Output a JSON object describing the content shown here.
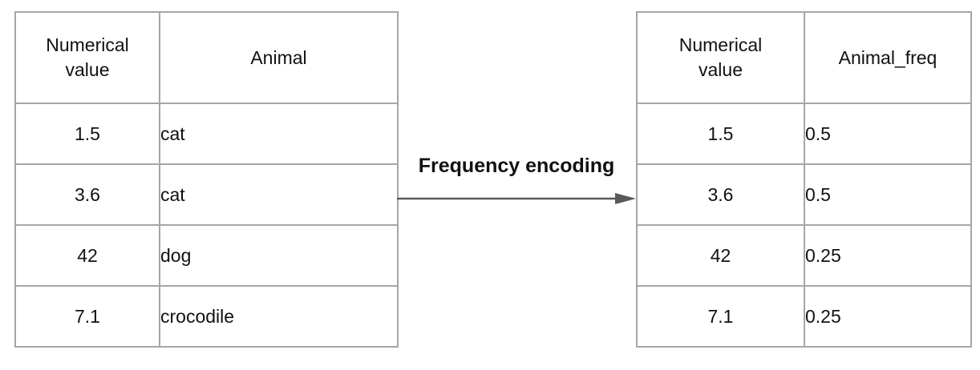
{
  "diagram": {
    "transform_label": "Frequency encoding"
  },
  "left_table": {
    "headers": [
      "Numerical value",
      "Animal"
    ],
    "rows": [
      [
        "1.5",
        "cat"
      ],
      [
        "3.6",
        "cat"
      ],
      [
        "42",
        "dog"
      ],
      [
        "7.1",
        "crocodile"
      ]
    ]
  },
  "right_table": {
    "headers": [
      "Numerical value",
      "Animal_freq"
    ],
    "rows": [
      [
        "1.5",
        "0.5"
      ],
      [
        "3.6",
        "0.5"
      ],
      [
        "42",
        "0.25"
      ],
      [
        "7.1",
        "0.25"
      ]
    ]
  },
  "colors": {
    "table_border": "#a6a6a6",
    "arrow": "#595959",
    "text": "#111111",
    "background": "#ffffff"
  }
}
